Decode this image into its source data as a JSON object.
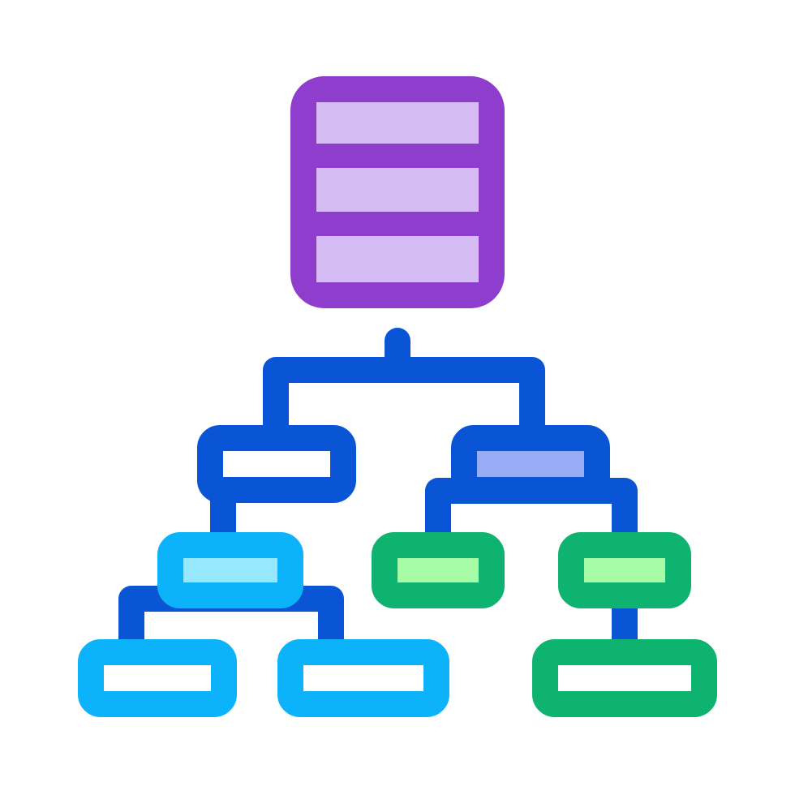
{
  "icon": {
    "name": "database-hierarchy-tree-icon",
    "background": "#ffffff"
  },
  "colors": {
    "database_stroke": "#8e3dcc",
    "database_fill": "#d5bcf2",
    "connector": "#0a55d6",
    "level1_stroke": "#0a55d6",
    "level1_right_fill": "#98acf6",
    "level2_left_stroke": "#0db3fa",
    "level2_left_fill": "#96e8fe",
    "level2_right_stroke": "#0db36e",
    "level2_right_fill": "#a7fda7",
    "leaf_fill": "#ffffff"
  },
  "nodes": [
    {
      "id": "database",
      "shape": "stacked-cylinder",
      "slots": 3
    },
    {
      "id": "level1-left",
      "filled": false
    },
    {
      "id": "level1-right",
      "filled": true
    },
    {
      "id": "level2-left",
      "filled": true
    },
    {
      "id": "level2-middle",
      "filled": true
    },
    {
      "id": "level2-right",
      "filled": true
    },
    {
      "id": "leaf-left",
      "filled": false
    },
    {
      "id": "leaf-middle",
      "filled": false
    },
    {
      "id": "leaf-right",
      "filled": false
    }
  ]
}
